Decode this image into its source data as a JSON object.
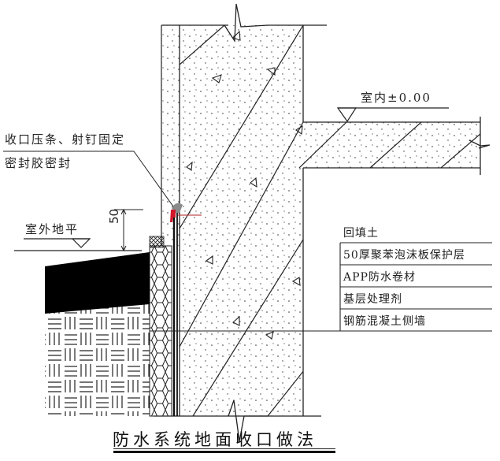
{
  "drawing": {
    "title": "防水系统地面收口做法",
    "type": "waterproofing section detail"
  },
  "annotations": {
    "indoor_level": "室内±0.00",
    "outdoor_grade": "室外地平",
    "closure_note_line1": "收口压条、射钉固定",
    "closure_note_line2": "密封胶密封",
    "dimension_value": "50"
  },
  "layers_legend": [
    {
      "label": "回填土"
    },
    {
      "label": "50厚聚苯泡沫板保护层"
    },
    {
      "label": "APP防水卷材"
    },
    {
      "label": "基层处理剂"
    },
    {
      "label": "钢筋混凝土侧墙"
    }
  ],
  "colors": {
    "line": "#222222",
    "sealant": "#d0182a",
    "pointer": "#b22222",
    "capping": "#8a8a8a",
    "asphalt": "#000000"
  }
}
